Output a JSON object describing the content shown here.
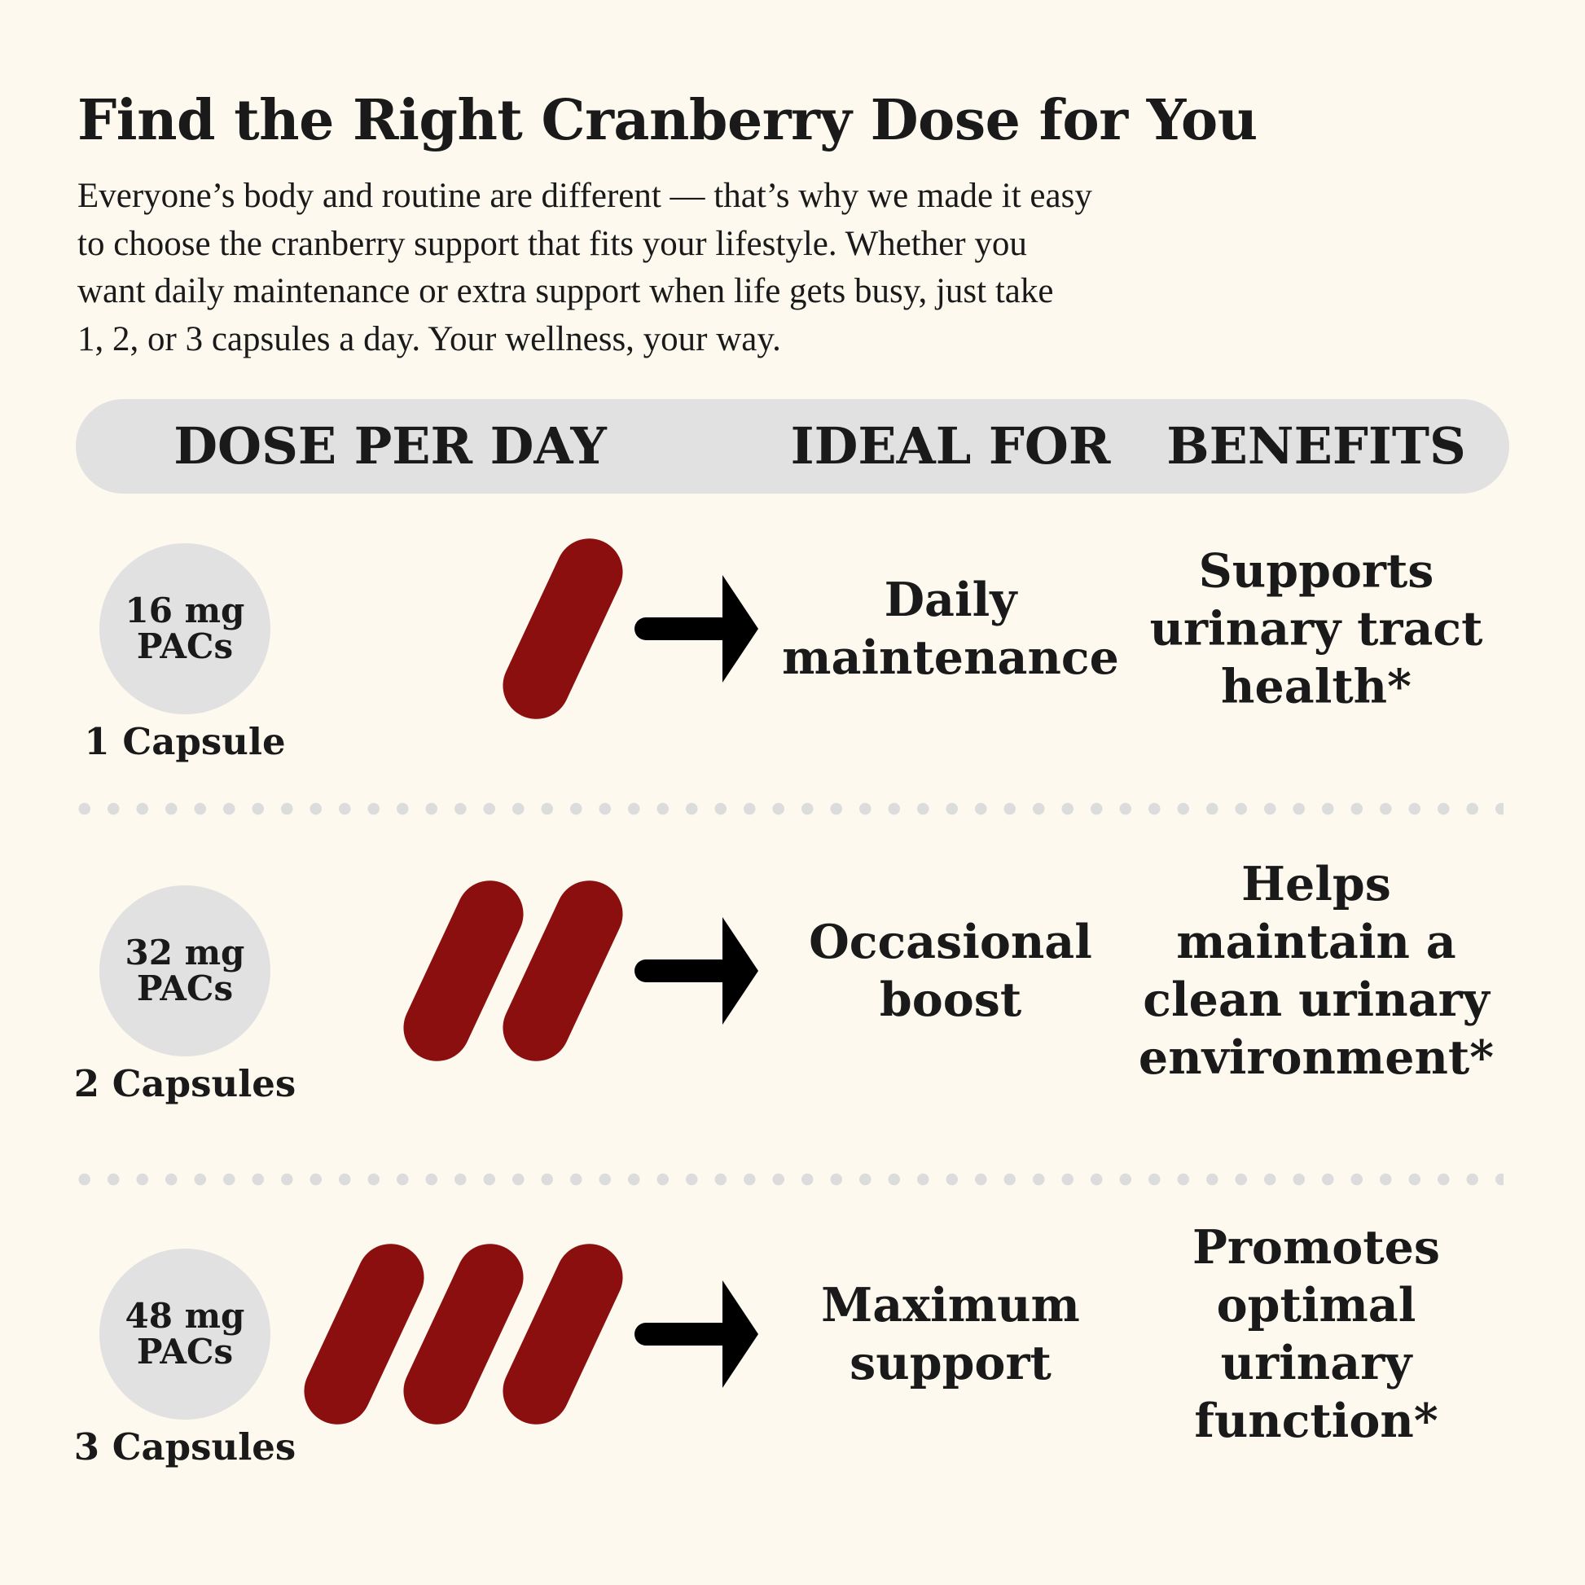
{
  "title": "Find the Right Cranberry Dose for You",
  "intro_lines": [
    "Everyone’s body and routine are different — that’s why we made it easy",
    "to choose the cranberry support that fits your lifestyle. Whether you",
    "want daily maintenance or extra support when life gets busy, just take",
    "1, 2, or 3 capsules a day. Your wellness, your way."
  ],
  "header": {
    "dose": "DOSE PER DAY",
    "ideal": "IDEAL FOR",
    "benefits": "BENEFITS"
  },
  "colors": {
    "background": "#fdf9ef",
    "capsule": "#8b0f0e",
    "pill_gray": "#e1e1e1"
  },
  "rows": [
    {
      "amount": "16 mg",
      "unit": "PACs",
      "capsules_label": "1 Capsule",
      "capsule_count": 1,
      "ideal": [
        "Daily",
        "maintenance"
      ],
      "benefit": [
        "Supports",
        "urinary tract",
        "health*"
      ]
    },
    {
      "amount": "32 mg",
      "unit": "PACs",
      "capsules_label": "2 Capsules",
      "capsule_count": 2,
      "ideal": [
        "Occasional",
        "boost"
      ],
      "benefit": [
        "Helps",
        "maintain a",
        "clean urinary",
        "environment*"
      ]
    },
    {
      "amount": "48 mg",
      "unit": "PACs",
      "capsules_label": "3 Capsules",
      "capsule_count": 3,
      "ideal": [
        "Maximum",
        "support"
      ],
      "benefit": [
        "Promotes",
        "optimal",
        "urinary",
        "function*"
      ]
    }
  ]
}
